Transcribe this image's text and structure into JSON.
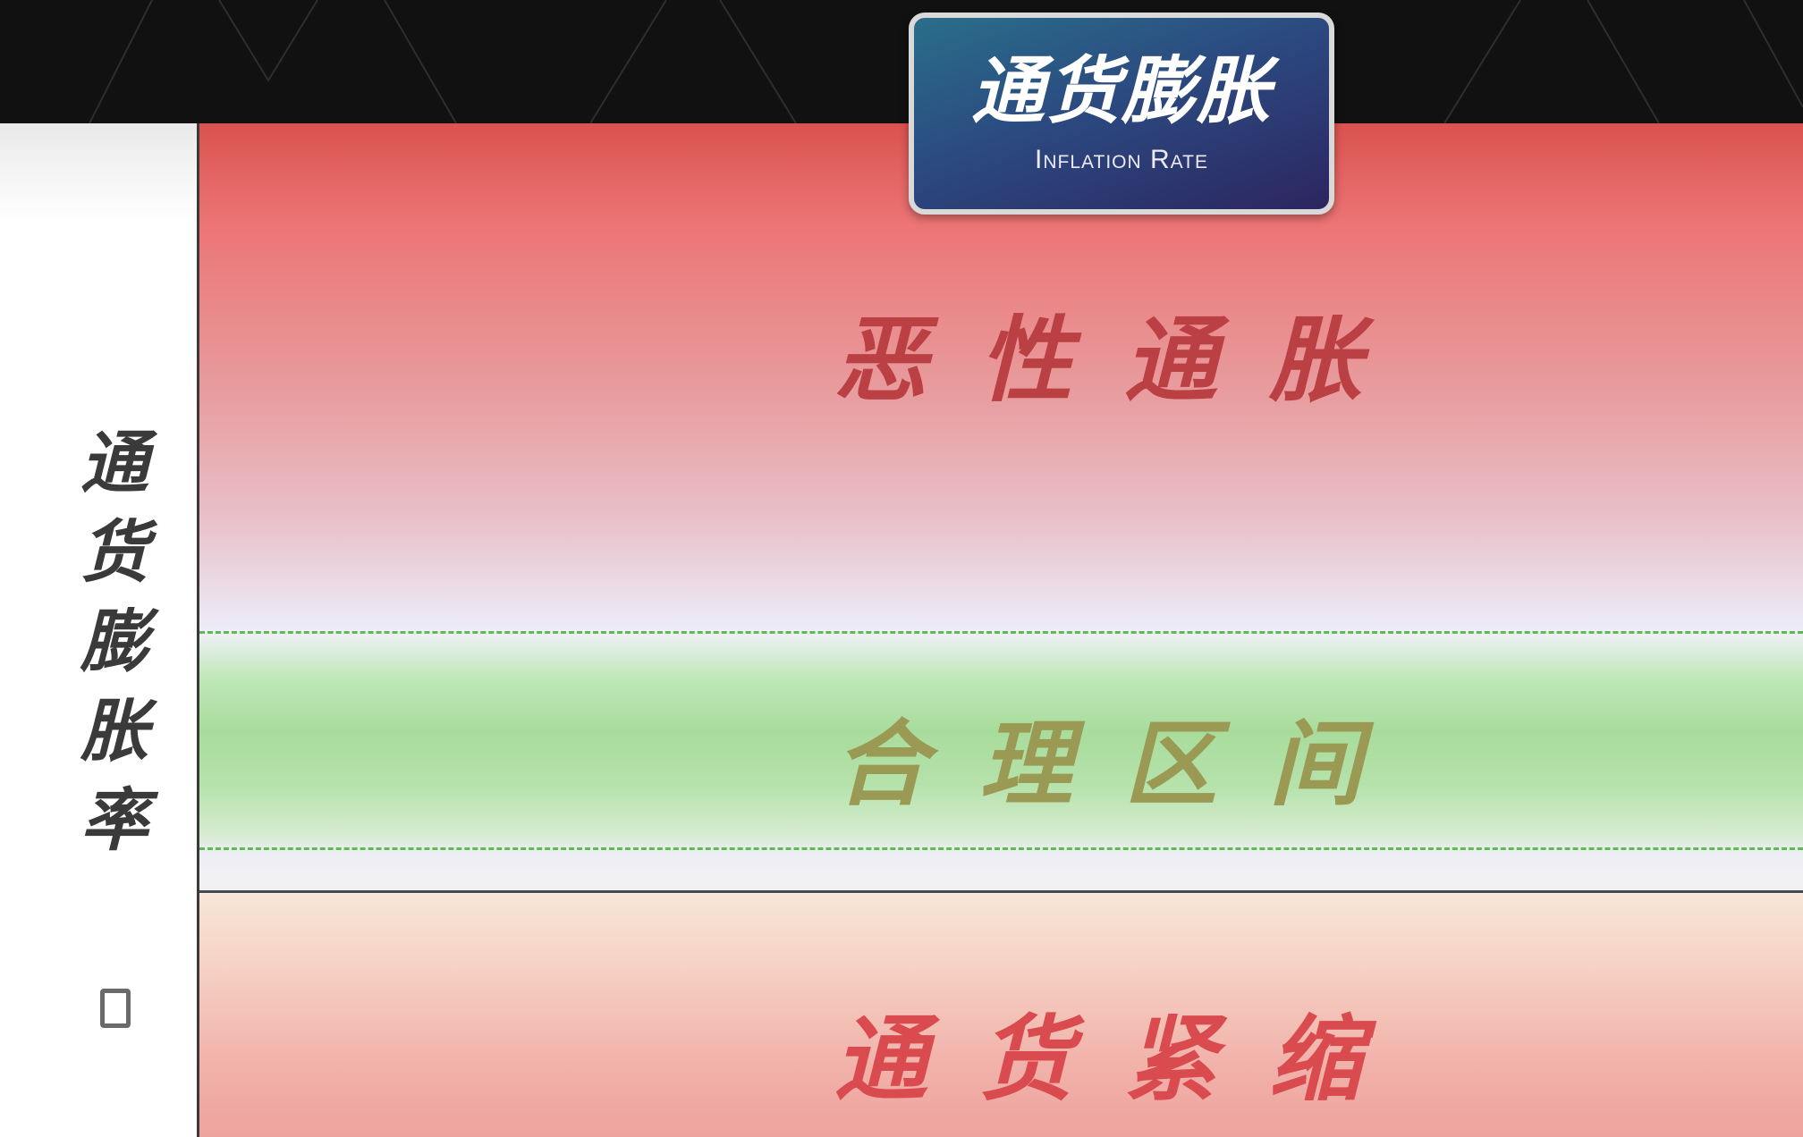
{
  "title_badge": {
    "title": "通货膨胀",
    "subtitle": "Inflation Rate"
  },
  "y_axis": {
    "label_chars": [
      "通",
      "货",
      "膨",
      "胀",
      "率"
    ],
    "unit_glyph": "□"
  },
  "zones": {
    "upper": {
      "label": "恶性通胀"
    },
    "middle": {
      "label": "合理区间"
    },
    "lower": {
      "label": "通货紧缩"
    }
  },
  "colors": {
    "hyperinflation_zone": "#e8787a",
    "reasonable_zone": "#a8dc9c",
    "deflation_zone": "#f0b0aa",
    "boundary_dashes": "#5fba55",
    "badge_bg": "#2b4a80"
  }
}
